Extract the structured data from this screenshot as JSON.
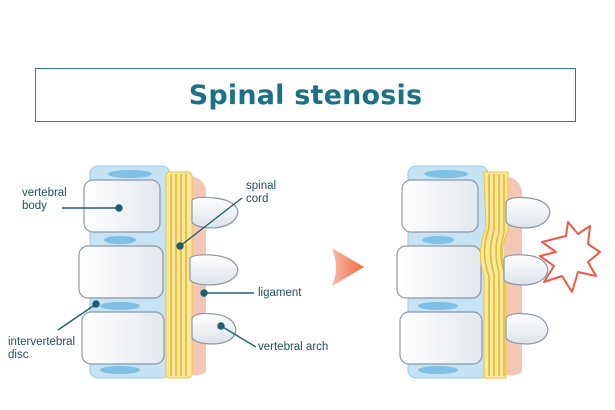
{
  "title": "Spinal stenosis",
  "labels": {
    "vertebral_body": [
      "vertebral",
      "body"
    ],
    "spinal_cord": [
      "spinal",
      "cord"
    ],
    "ligament": "ligament",
    "intervertebral_disc": [
      "intervertebral",
      "disc"
    ],
    "vertebral_arch": "vertebral arch"
  },
  "colors": {
    "title": "#1d7187",
    "leader": "#1f5f72",
    "bone": "#f2f5f8",
    "disc": "#bfe0f2",
    "cord": "#f8dd74",
    "ligament": "#f3c3b3",
    "arrow": "#f07a55",
    "pain_burst": "#ee5a48"
  }
}
